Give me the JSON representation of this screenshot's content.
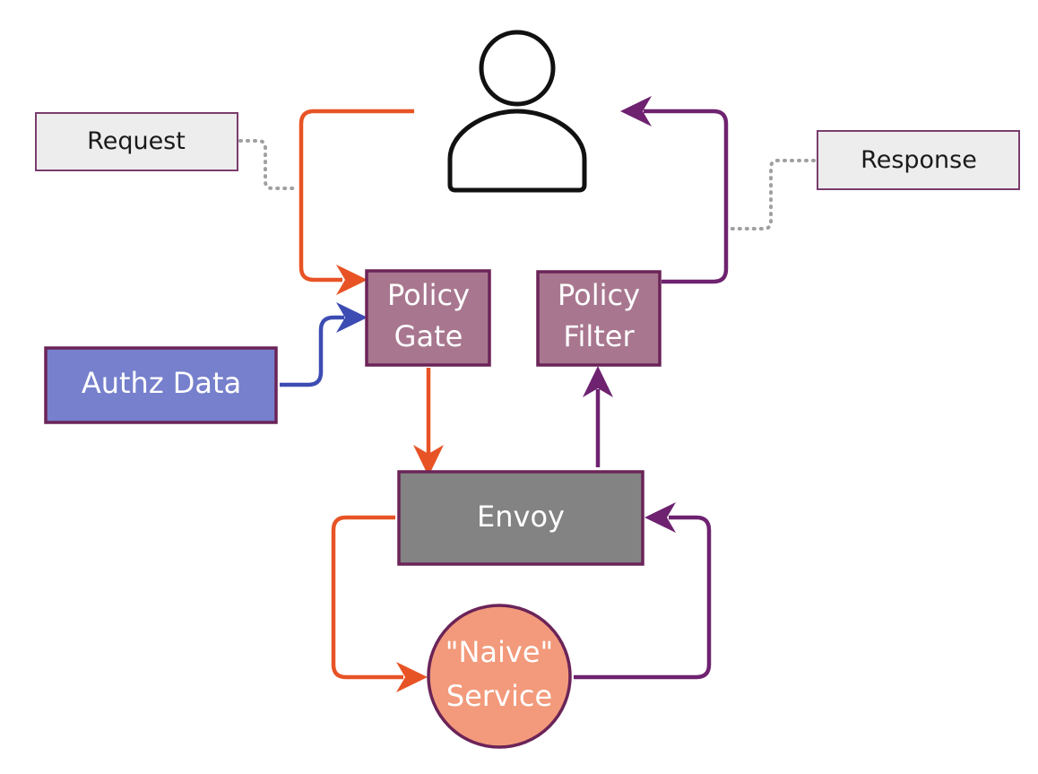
{
  "nodes": {
    "user": {
      "icon": "user-icon"
    },
    "request_note": {
      "label": "Request"
    },
    "response_note": {
      "label": "Response"
    },
    "policy_gate": {
      "line1": "Policy",
      "line2": "Gate"
    },
    "policy_filter": {
      "line1": "Policy",
      "line2": "Filter"
    },
    "authz_data": {
      "label": "Authz Data"
    },
    "envoy": {
      "label": "Envoy"
    },
    "service": {
      "line1": "\"Naive\"",
      "line2": "Service"
    }
  },
  "colors": {
    "request_flow": "#e85325",
    "response_flow": "#6e2270",
    "authz_flow": "#3d4cb3",
    "policy_box": "#a8778f",
    "policy_border": "#6b2458",
    "authz_box": "#7680cc",
    "envoy_box": "#838383",
    "service_circle": "#f29a7b",
    "note_box": "#eeeded",
    "note_border": "#7a3d6e",
    "dotted_connector": "#a0a0a0"
  }
}
